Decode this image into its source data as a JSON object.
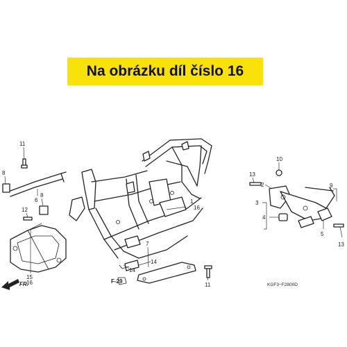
{
  "banner": {
    "text": "Na obrázku díl číslo 16",
    "color": "#f9e10a"
  },
  "labels": {
    "l11a": "11",
    "l8a": "8",
    "l6": "6",
    "l8b": "8",
    "l12": "12",
    "l15": "15",
    "l16a": "16",
    "fr": "FR.",
    "l1": "1",
    "l16b": "16",
    "l7": "7",
    "l14a": "14",
    "l14b": "14",
    "f29": "F-29",
    "l11b": "11",
    "l13a": "13",
    "l10": "10",
    "l9": "9",
    "l2": "2",
    "l3": "3",
    "l4": "4",
    "l5": "5",
    "l13b": "13"
  },
  "diagram_code": "KGF3−F2800D"
}
